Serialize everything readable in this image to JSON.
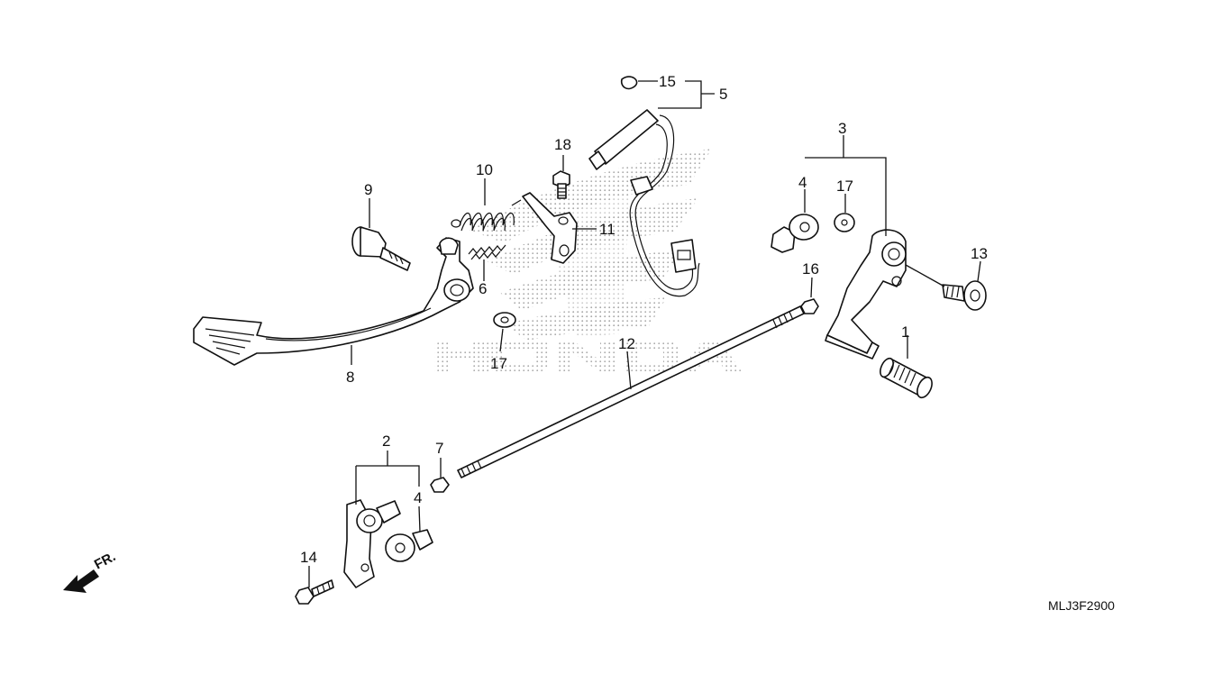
{
  "diagram": {
    "watermark_logo": "HONDA",
    "drawing_code": "MLJ3F2900",
    "front_marker": "FR.",
    "callouts": {
      "c1": "1",
      "c2": "2",
      "c3": "3",
      "c4a": "4",
      "c4b": "4",
      "c5": "5",
      "c6": "6",
      "c7": "7",
      "c8": "8",
      "c9": "9",
      "c10": "10",
      "c11": "11",
      "c12": "12",
      "c13": "13",
      "c14": "14",
      "c15": "15",
      "c16": "16",
      "c17a": "17",
      "c17b": "17",
      "c18": "18"
    }
  }
}
